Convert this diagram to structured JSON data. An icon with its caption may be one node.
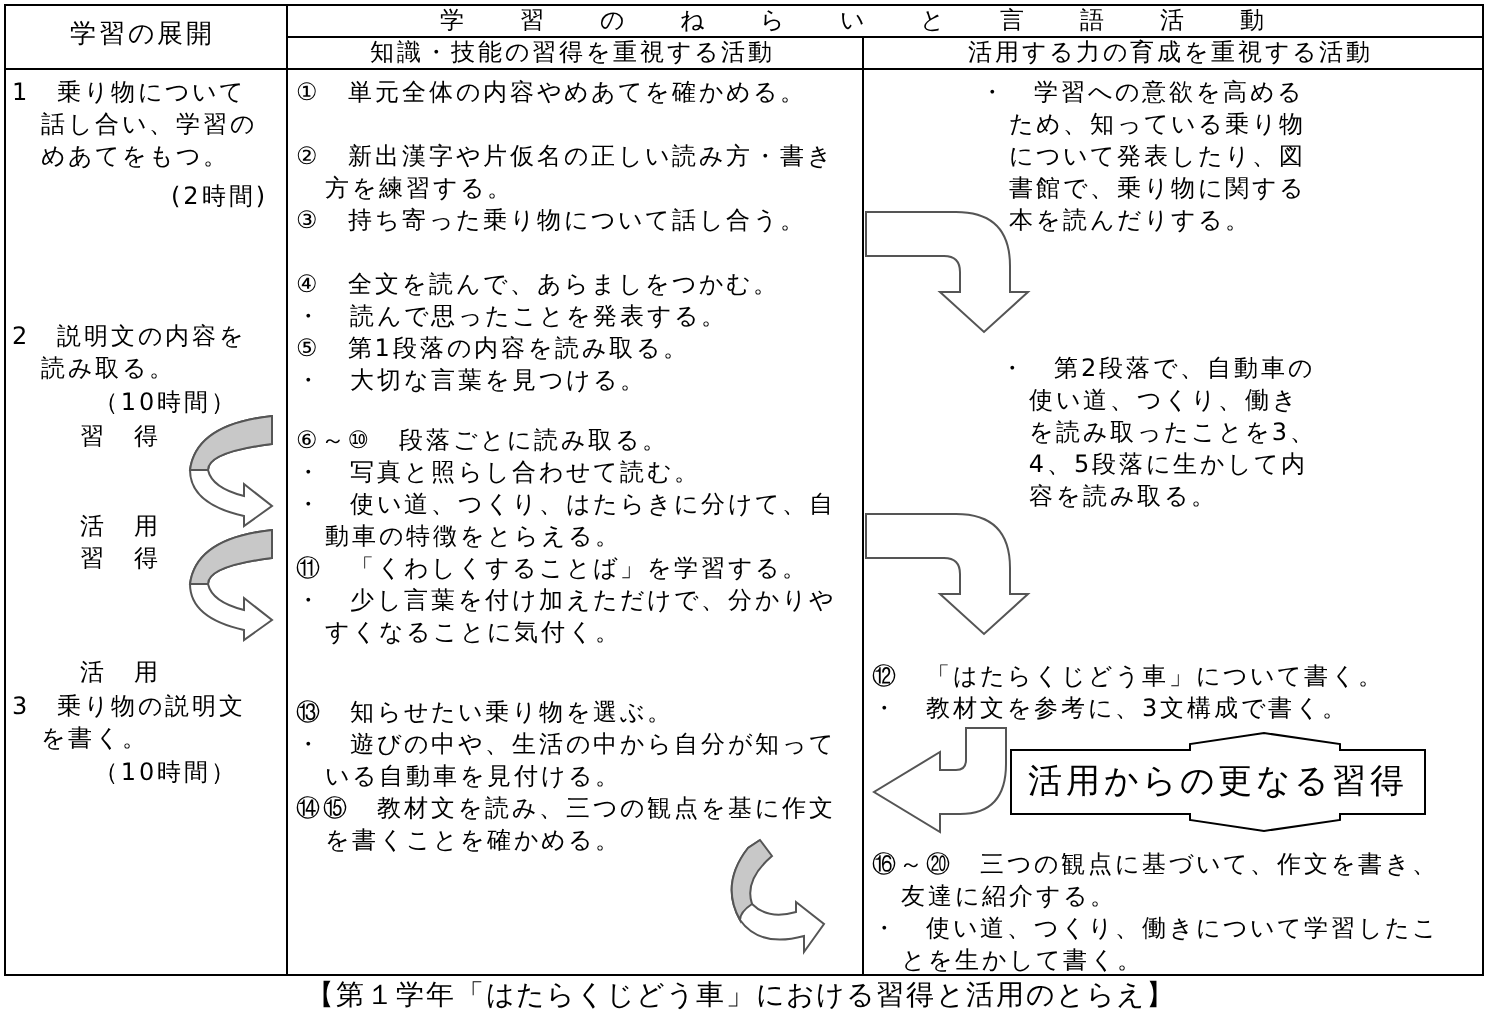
{
  "diagram": {
    "caption": "【第１学年「はたらくじどう車」における習得と活用のとらえ】",
    "nodes": [
      {
        "text": [
          "活用からの更なる習得"
        ]
      }
    ],
    "labels": [
      "学習の展開",
      "学習のねらいと言語活動",
      "知識・技能の習得を重視する活動",
      "活用する力の育成を重視する活動",
      "1　乗り物について話し合い、学習のめあてをもつ。",
      "①　単元全体の内容やめあてを確かめる。",
      "・　学習への意欲を高めるため、知っている乗り物について発表したり、図書館で、乗り物に関する本を読んだりする。",
      "②　新出漢字や片仮名の正しい読み方・書き方を練習する。",
      "(2時間)",
      "③　持ち寄った乗り物について話し合う。",
      "④　全文を読んで、あらましをつかむ。",
      "・　読んで思ったことを発表する。",
      "2　説明文の内容を読み取る。",
      "⑤　第1段落の内容を読み取る。",
      "・　大切な言葉を見つける。",
      "・　第2段落で、自動車の使い道、つくり、働きを読み取ったことを3、4、5段落に生かして内容を読み取る。",
      "（10時間）",
      "習　得",
      "⑥～⑩　段落ごとに読み取る。",
      "・　写真と照らし合わせて読む。",
      "・　使い道、つくり、はたらきに分けて、自動車の特徴をとらえる。",
      "活　用",
      "習　得",
      "⑪　「くわしくすることば」を学習する。",
      "・　少し言葉を付け加えただけで、分かりやすくなることに気付く。",
      "活　用",
      "⑫　「はたらくじどう車」について書く。",
      "3　乗り物の説明文を書く。",
      "⑬　知らせたい乗り物を選ぶ。",
      "・　教材文を参考に、3文構成で書く。",
      "（10時間）",
      "・　遊びの中や、生活の中から自分が知っている自動車を見付ける。",
      "⑭⑮　教材文を読み、三つの観点を基に作文を書くことを確かめる。",
      "⑯～⑳　三つの観点に基づいて、作文を書き、友達に紹介する。",
      "・　使い道、つくり、働きについて学習したことを生かして書く。"
    ]
  }
}
